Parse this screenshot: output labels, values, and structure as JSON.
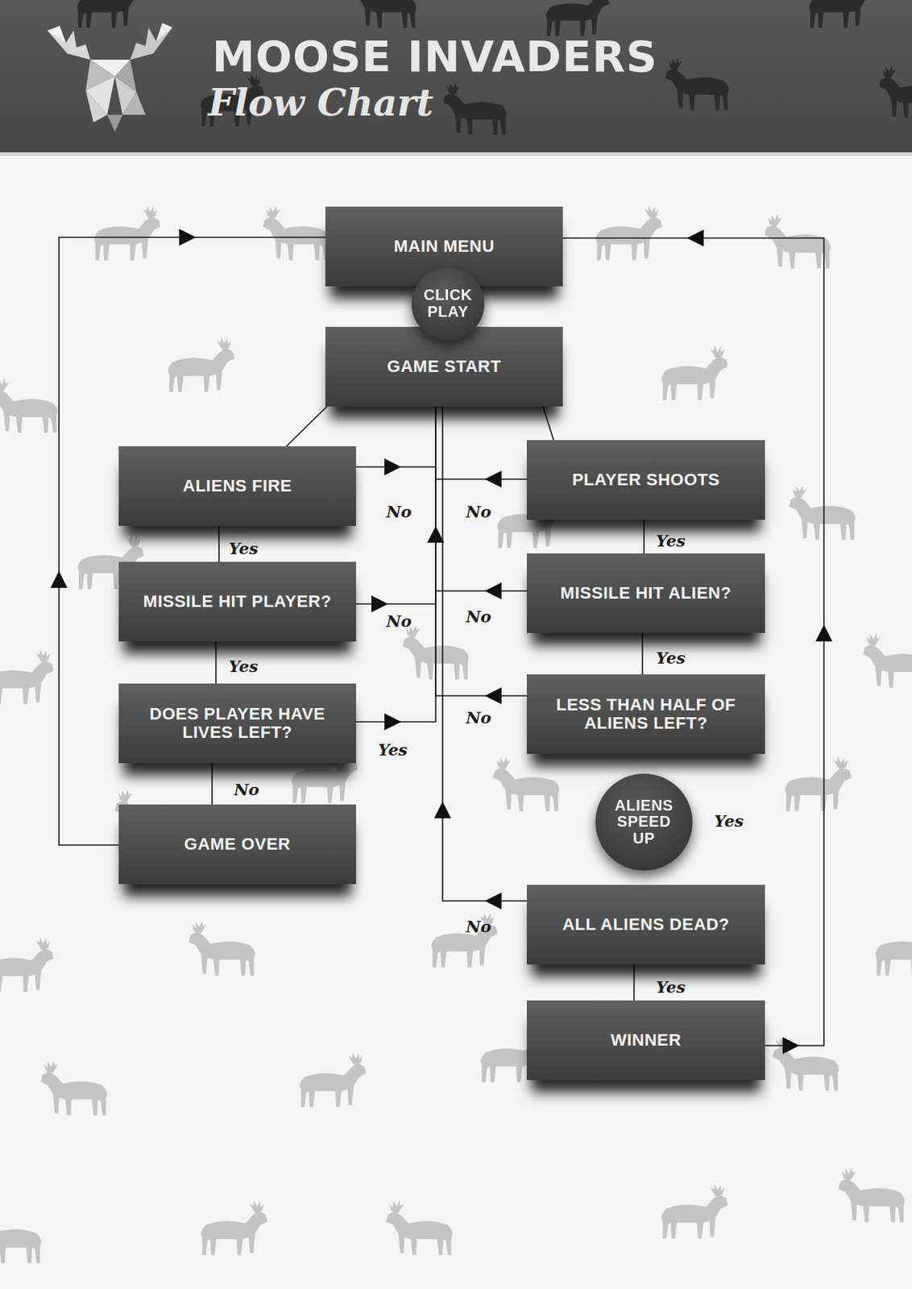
{
  "diagram": {
    "title": "MOOSE INVADERS",
    "nodes": [
      {
        "text": [
          "MAIN MENU"
        ]
      },
      {
        "text": [
          "CLICK PLAY"
        ]
      },
      {
        "text": [
          "GAME START"
        ]
      },
      {
        "text": [
          "ALIENS FIRE"
        ]
      },
      {
        "text": [
          "PLAYER SHOOTS"
        ]
      },
      {
        "text": [
          "MISSILE HIT PLAYER?"
        ]
      },
      {
        "text": [
          "MISSILE HIT ALIEN?"
        ]
      },
      {
        "text": [
          "DOES PLAYER HAVE LIVES LEFT?"
        ]
      },
      {
        "text": [
          "LESS THAN HALF OF ALIENS LEFT?"
        ]
      },
      {
        "text": [
          "ALIENS SPEED UP"
        ]
      },
      {
        "text": [
          "GAME OVER"
        ]
      },
      {
        "text": [
          "ALL ALIENS DEAD?"
        ]
      },
      {
        "text": [
          "WINNER"
        ]
      }
    ],
    "edges": [
      {
        "from": 2,
        "to": 3,
        "arrow": "none"
      },
      {
        "from": 2,
        "to": 4,
        "arrow": "none"
      },
      {
        "from": 3,
        "to": 2,
        "label": "No",
        "arrow": "to"
      },
      {
        "from": 4,
        "to": 2,
        "label": "No",
        "arrow": "to"
      },
      {
        "from": 5,
        "to": 2,
        "label": "No",
        "arrow": "to"
      },
      {
        "from": 6,
        "to": 2,
        "label": "No",
        "arrow": "to"
      },
      {
        "from": 7,
        "to": 2,
        "label": "Yes",
        "arrow": "to"
      },
      {
        "from": 8,
        "to": 2,
        "label": "No",
        "arrow": "to"
      },
      {
        "from": 11,
        "to": 2,
        "label": "No",
        "arrow": "to"
      },
      {
        "from": 3,
        "to": 5,
        "label": "Yes",
        "arrow": "none"
      },
      {
        "from": 5,
        "to": 7,
        "label": "Yes",
        "arrow": "none"
      },
      {
        "from": 7,
        "to": 10,
        "label": "No",
        "arrow": "none"
      },
      {
        "from": 4,
        "to": 6,
        "label": "Yes",
        "arrow": "none"
      },
      {
        "from": 6,
        "to": 8,
        "label": "Yes",
        "arrow": "none"
      },
      {
        "from": 11,
        "to": 12,
        "label": "Yes",
        "arrow": "none"
      },
      {
        "from": 10,
        "to": 0,
        "arrow": "to"
      },
      {
        "from": 12,
        "to": 0,
        "arrow": "to"
      }
    ],
    "labels": [
      "Flow Chart",
      "Yes"
    ]
  }
}
